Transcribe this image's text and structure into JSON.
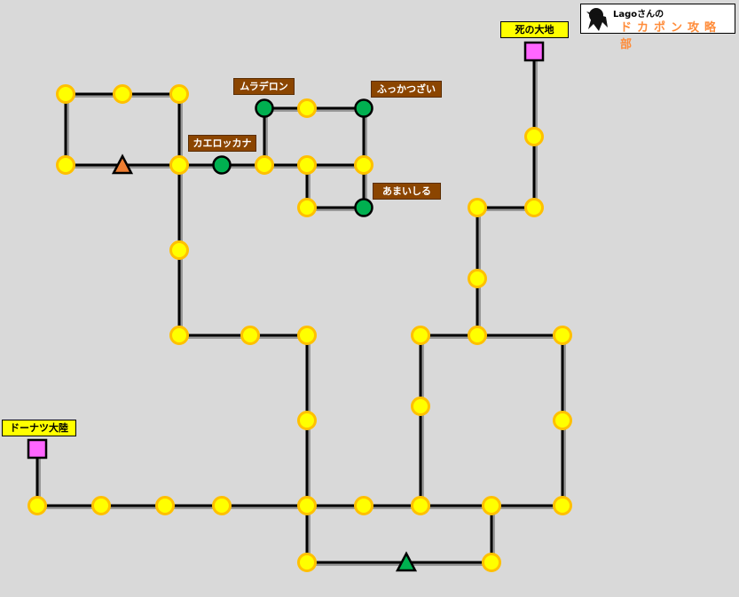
{
  "logo": {
    "line1": "Lagoさんの",
    "line2": "ドカポン攻略部"
  },
  "labels": {
    "shi_no_daichi": "死の大地",
    "donut_tairiku": "ドーナツ大陸",
    "muraderon": "ムラデロン",
    "fukkatsuzai": "ふっかつざい",
    "kaerokkana": "カエロッカナ",
    "amaishiru": "あまいしる"
  },
  "colors": {
    "space": "#ffff00",
    "space_border": "#ffc000",
    "shop": "#00b050",
    "warp": "#ff66ff",
    "triangle_orange": "#ed7d31",
    "triangle_green": "#00b050",
    "label_brown": "#8b4500"
  }
}
